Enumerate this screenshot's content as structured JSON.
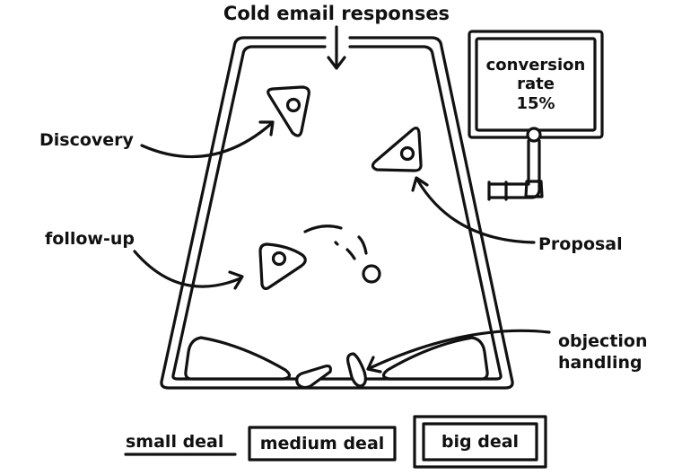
{
  "diagram": {
    "title": "Cold email responses",
    "stages": {
      "discovery": "Discovery",
      "follow_up": "follow-up",
      "proposal": "Proposal",
      "objection_line1": "objection",
      "objection_line2": "handling"
    },
    "gauge": {
      "line1": "conversion",
      "line2": "rate",
      "value": "15%"
    },
    "deal_tiers": {
      "small": "small deal",
      "medium": "medium deal",
      "big": "big deal"
    }
  }
}
